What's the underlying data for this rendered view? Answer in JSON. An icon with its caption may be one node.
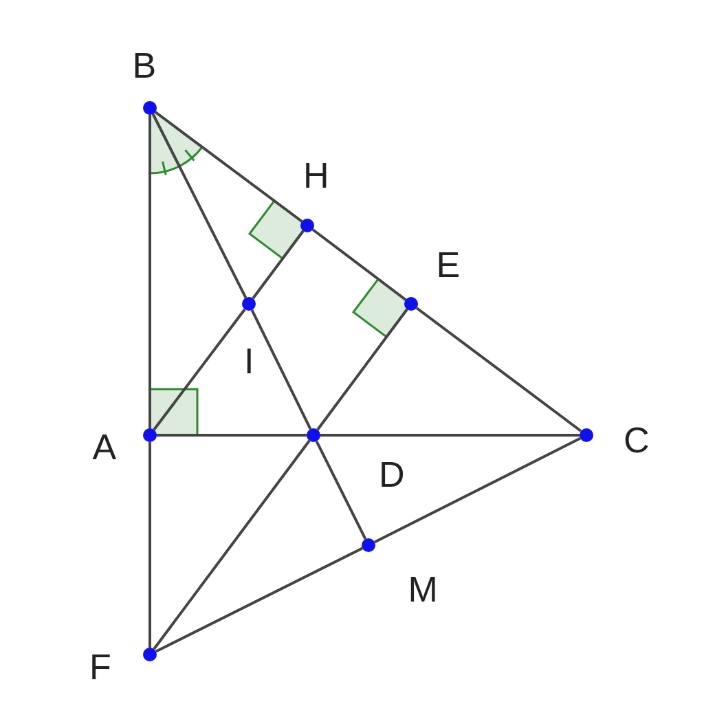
{
  "diagram": {
    "nodes": [
      {
        "text": [],
        "shape": "circle",
        "beside": [
          "B"
        ]
      },
      {
        "text": [],
        "shape": "circle",
        "beside": [
          "H"
        ]
      },
      {
        "text": [],
        "shape": "circle",
        "beside": [
          "E"
        ]
      },
      {
        "text": [],
        "shape": "circle",
        "beside": [
          "I"
        ]
      },
      {
        "text": [],
        "shape": "circle",
        "beside": [
          "A"
        ]
      },
      {
        "text": [],
        "shape": "circle",
        "beside": [
          "D"
        ]
      },
      {
        "text": [],
        "shape": "circle",
        "beside": [
          "C"
        ]
      },
      {
        "text": [],
        "shape": "circle",
        "beside": [
          "M"
        ]
      },
      {
        "text": [],
        "shape": "circle",
        "beside": [
          "F"
        ]
      }
    ],
    "edges": [
      {
        "from": 0,
        "to": 4,
        "arrow": "none"
      },
      {
        "from": 4,
        "to": 8,
        "arrow": "none"
      },
      {
        "from": 0,
        "to": 1,
        "arrow": "none"
      },
      {
        "from": 1,
        "to": 2,
        "arrow": "none"
      },
      {
        "from": 2,
        "to": 6,
        "arrow": "none"
      },
      {
        "from": 0,
        "to": 3,
        "arrow": "none"
      },
      {
        "from": 3,
        "to": 5,
        "arrow": "none"
      },
      {
        "from": 5,
        "to": 7,
        "arrow": "none"
      },
      {
        "from": 4,
        "to": 3,
        "arrow": "none"
      },
      {
        "from": 3,
        "to": 1,
        "arrow": "none"
      },
      {
        "from": 4,
        "to": 5,
        "arrow": "none"
      },
      {
        "from": 5,
        "to": 6,
        "arrow": "none"
      },
      {
        "from": 5,
        "to": 2,
        "arrow": "none"
      },
      {
        "from": 8,
        "to": 5,
        "arrow": "none"
      },
      {
        "from": 8,
        "to": 7,
        "arrow": "none"
      },
      {
        "from": 7,
        "to": 6,
        "arrow": "none"
      }
    ]
  }
}
